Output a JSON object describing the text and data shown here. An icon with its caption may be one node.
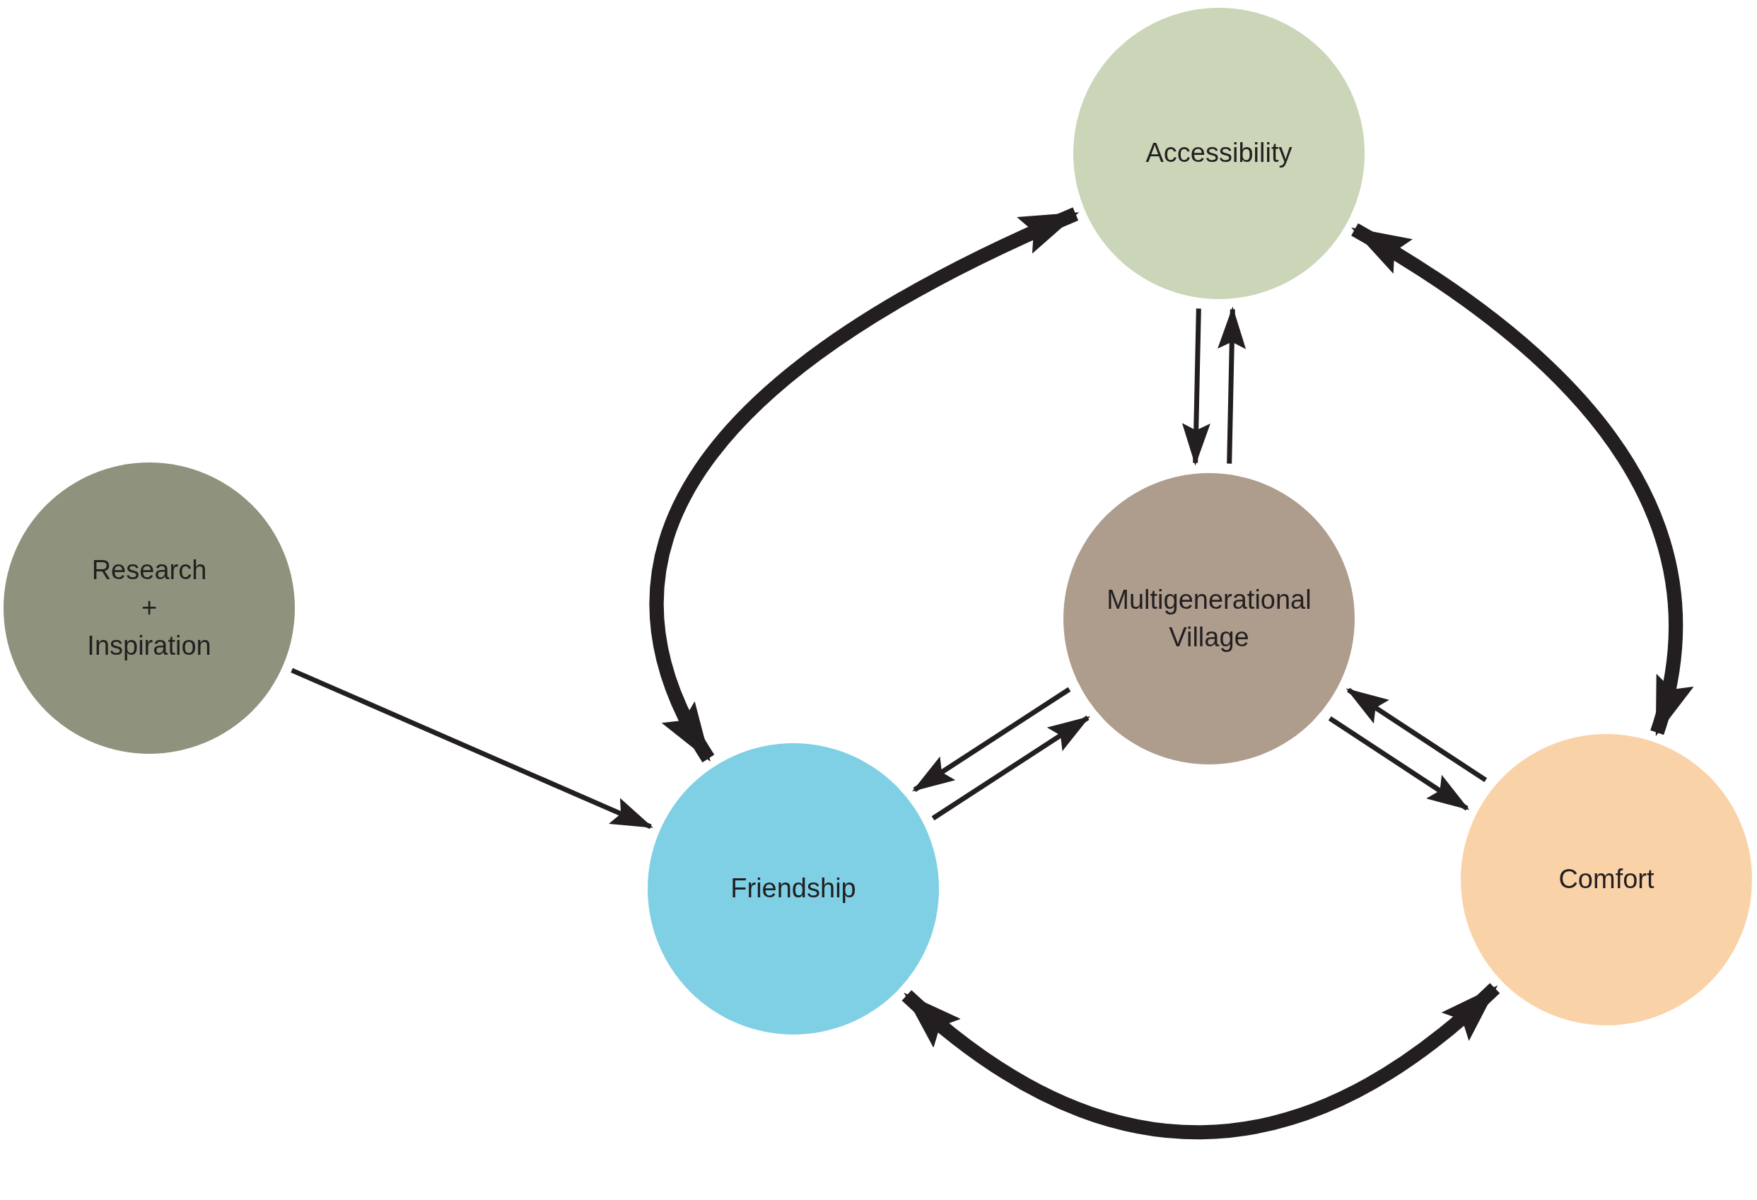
{
  "diagram": {
    "nodes": [
      {
        "text": [
          "Research + Inspiration"
        ]
      },
      {
        "text": [
          "Accessibility"
        ]
      },
      {
        "text": [
          "Multigenerational Village"
        ]
      },
      {
        "text": [
          "Friendship"
        ]
      },
      {
        "text": [
          "Comfort"
        ]
      }
    ],
    "edges": [
      {
        "from": 0,
        "to": 3,
        "arrow": "to"
      },
      {
        "from": 3,
        "to": 1,
        "arrow": "both",
        "style": "thick"
      },
      {
        "from": 1,
        "to": 4,
        "arrow": "both",
        "style": "thick"
      },
      {
        "from": 3,
        "to": 4,
        "arrow": "both",
        "style": "thick"
      },
      {
        "from": 1,
        "to": 2,
        "arrow": "to"
      },
      {
        "from": 2,
        "to": 1,
        "arrow": "to"
      },
      {
        "from": 2,
        "to": 3,
        "arrow": "to"
      },
      {
        "from": 3,
        "to": 2,
        "arrow": "to"
      },
      {
        "from": 2,
        "to": 4,
        "arrow": "to"
      },
      {
        "from": 4,
        "to": 2,
        "arrow": "to"
      }
    ]
  }
}
